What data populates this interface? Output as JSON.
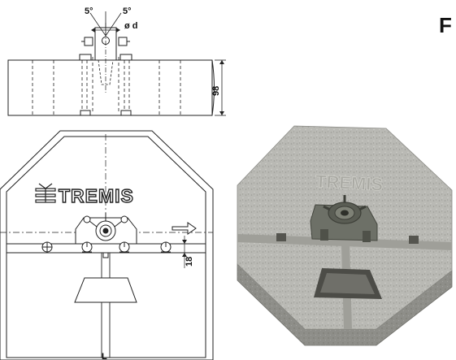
{
  "drawing": {
    "angle_left": "5°",
    "angle_right": "5°",
    "diameter": "ø d",
    "height_dim": "98",
    "offset_dim": "18",
    "length_dim": "L",
    "brand": "TREMIS",
    "edge_letter": "F"
  },
  "colors": {
    "line": "#222222",
    "concrete_top": "#b9b9b4",
    "concrete_side": "#8e8e89",
    "metal": "#6d7067"
  }
}
